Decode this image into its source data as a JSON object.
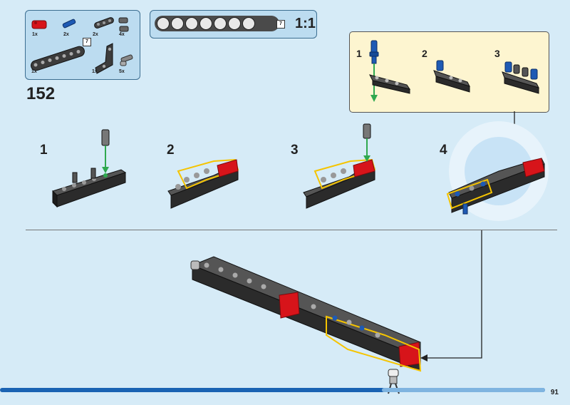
{
  "parts": {
    "red_connector_qty": "1x",
    "blue_pin_qty": "2x",
    "pin_qty": "2x",
    "small_pin_qty": "4x",
    "beam7_qty": "1x",
    "beam7_length": "7",
    "angle_beam_qty": "1x",
    "axle_pin_qty": "5x"
  },
  "scale": {
    "length": "7",
    "ratio": "1:1"
  },
  "step": {
    "number": "152"
  },
  "callout": {
    "sub1": "1",
    "sub2": "2",
    "sub3": "3"
  },
  "substeps": {
    "s1": "1",
    "s2": "2",
    "s3": "3",
    "s4": "4"
  },
  "progress": {
    "fraction": 0.7
  },
  "page": {
    "number": "91"
  },
  "colors": {
    "background": "#d6ebf7",
    "panel": "#bcdcf0",
    "callout": "#fdf5d0",
    "red": "#d7141a",
    "blue": "#1e5ab4",
    "dark": "#3c3c3c",
    "highlight": "#f5c400",
    "arrow": "#222222",
    "green_arrow": "#2fa84f"
  }
}
